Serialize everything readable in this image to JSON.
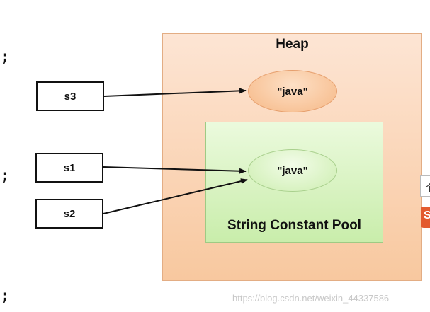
{
  "code_fragments": {
    "line1": ";",
    "line2": ";",
    "line3": ";"
  },
  "heap": {
    "title": "Heap"
  },
  "pool": {
    "title": "String Constant Pool"
  },
  "heap_object": {
    "label": "\"java\""
  },
  "pool_object": {
    "label": "\"java\""
  },
  "variables": {
    "s3": "s3",
    "s1": "s1",
    "s2": "s2"
  },
  "side_widgets": {
    "tooltip_text": "个",
    "badge_text": "S"
  },
  "watermark": "https://blog.csdn.net/weixin_44337586",
  "colors": {
    "heap": "#f8c89f",
    "pool": "#c9edab",
    "arrow": "#111111"
  }
}
